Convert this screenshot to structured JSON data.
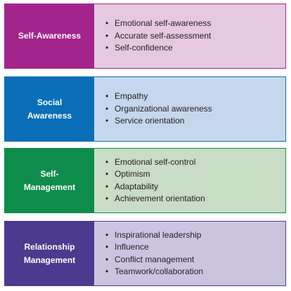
{
  "colors": {
    "self_awareness": {
      "head": "#a3248c",
      "body": "#e6c8e0",
      "border": "#a3248c"
    },
    "social_awareness": {
      "head": "#0a6eb8",
      "body": "#c5d7ec",
      "border": "#0a6eb8"
    },
    "self_management": {
      "head": "#0e8d4a",
      "body": "#c9dcc5",
      "border": "#0e8d4a"
    },
    "relationship_management": {
      "head": "#4b3a8e",
      "body": "#cbc4e0",
      "border": "#4b3a8e"
    }
  },
  "bullet_symbol": "•",
  "panels": [
    {
      "title_line1": "Self-Awareness",
      "title_line2": "",
      "items": [
        "Emotional self-awareness",
        "Accurate self-assessment",
        "Self-confidence"
      ]
    },
    {
      "title_line1": "Social",
      "title_line2": "Awareness",
      "items": [
        "Empathy",
        "Organizational awareness",
        "Service orientation"
      ]
    },
    {
      "title_line1": "Self-",
      "title_line2": "Management",
      "items": [
        "Emotional self-control",
        "Optimism",
        "Adaptability",
        "Achievement orientation"
      ]
    },
    {
      "title_line1": "Relationship",
      "title_line2": "Management",
      "items": [
        "Inspirational leadership",
        "Influence",
        "Conflict management",
        "Teamwork/collaboration"
      ]
    }
  ]
}
